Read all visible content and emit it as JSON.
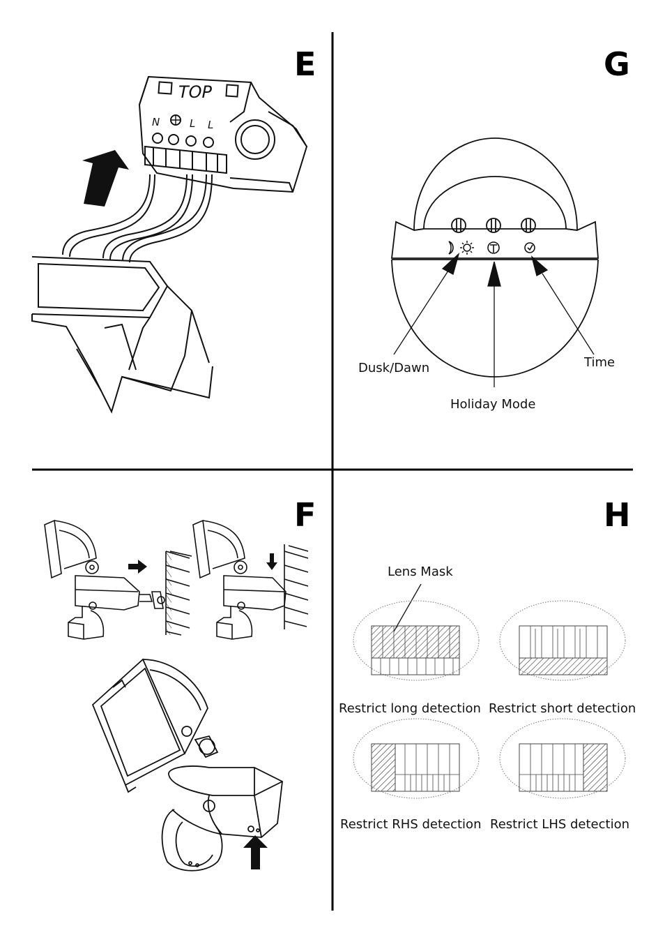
{
  "panels": {
    "e": {
      "letter": "E",
      "connector_text": "TOP",
      "terminal_marks": [
        "N",
        "L",
        "L"
      ]
    },
    "g": {
      "letter": "G",
      "labels": {
        "dusk_dawn": "Dusk/Dawn",
        "holiday_mode": "Holiday Mode",
        "time": "Time"
      }
    },
    "f": {
      "letter": "F"
    },
    "h": {
      "letter": "H",
      "lens_mask_label": "Lens Mask",
      "captions": {
        "long": "Restrict long detection",
        "short": "Restrict short detection",
        "rhs": "Restrict RHS detection",
        "lhs": "Restrict LHS detection"
      }
    }
  },
  "colors": {
    "line": "#111111",
    "fill_dark": "#222222",
    "background": "#ffffff"
  }
}
